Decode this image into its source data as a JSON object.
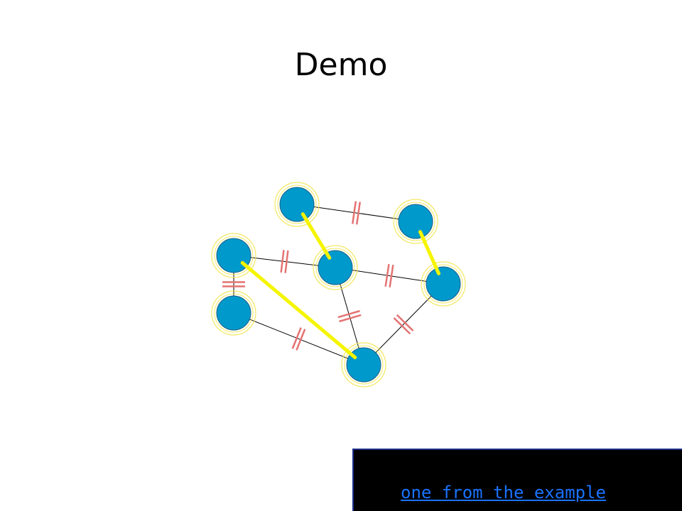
{
  "slide": {
    "title": "Demo"
  },
  "footer": {
    "link_text": "one from the example"
  },
  "colors": {
    "node_fill": "#0099cc",
    "node_halo": "#f2e860",
    "edge": "#000000",
    "matching_edge": "#f5f500",
    "cut_marks": "#e57373",
    "link_box_bg": "#000000",
    "link_text": "#1a73ff"
  },
  "graph": {
    "nodes": [
      "n1",
      "n2",
      "n3",
      "n4",
      "n5",
      "n6",
      "n7"
    ],
    "edges": [
      {
        "from": "n1",
        "to": "n2",
        "matched": false,
        "cut": true
      },
      {
        "from": "n1",
        "to": "n4",
        "matched": true,
        "cut": false
      },
      {
        "from": "n2",
        "to": "n5",
        "matched": true,
        "cut": false
      },
      {
        "from": "n3",
        "to": "n4",
        "matched": false,
        "cut": true
      },
      {
        "from": "n3",
        "to": "n6",
        "matched": false,
        "cut": true
      },
      {
        "from": "n3",
        "to": "n7",
        "matched": true,
        "cut": false
      },
      {
        "from": "n4",
        "to": "n5",
        "matched": false,
        "cut": true
      },
      {
        "from": "n4",
        "to": "n7",
        "matched": false,
        "cut": true
      },
      {
        "from": "n5",
        "to": "n7",
        "matched": false,
        "cut": true
      },
      {
        "from": "n6",
        "to": "n7",
        "matched": false,
        "cut": true
      }
    ]
  }
}
